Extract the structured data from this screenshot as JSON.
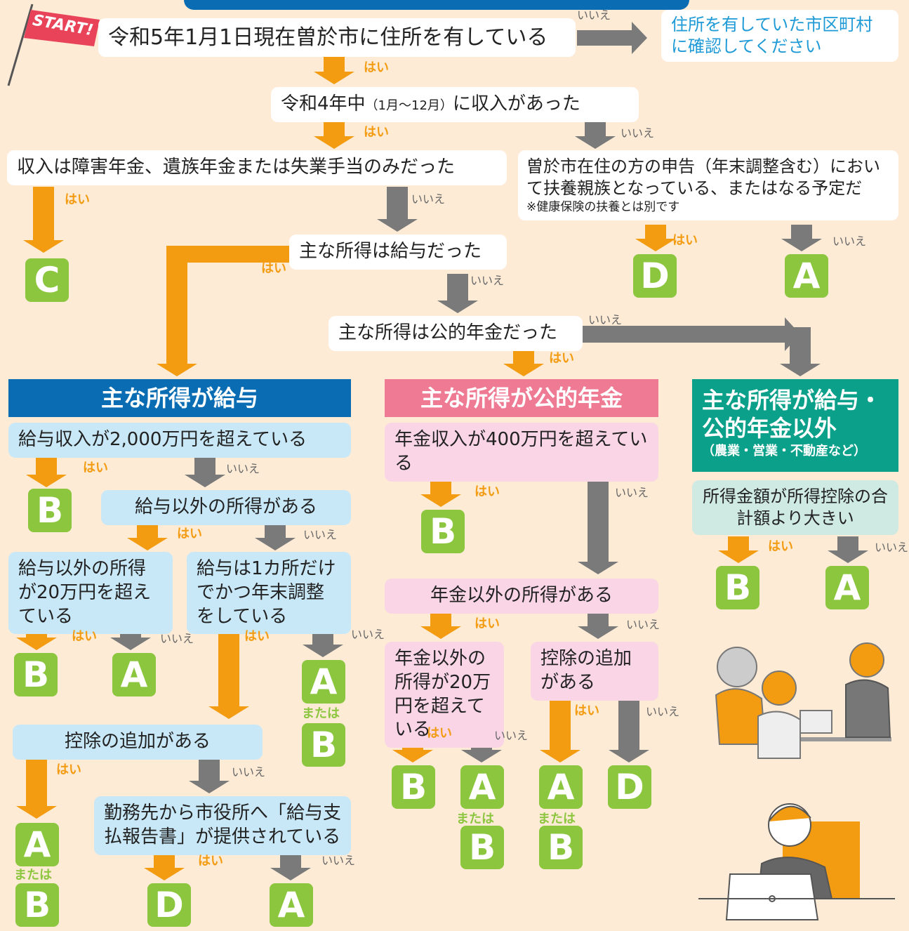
{
  "start": "START!",
  "labels": {
    "yes": "はい",
    "no": "いいえ",
    "or": "または"
  },
  "q": {
    "q1": "令和5年1月1日現在曽於市に住所を有している",
    "q1_no": "住所を有していた市区町村に確認してください",
    "q2_a": "令和4年中",
    "q2_b": "（1月〜12月）",
    "q2_c": "に収入があった",
    "q3": "収入は障害年金、遺族年金または失業手当のみだった",
    "q4": "曽於市在住の方の申告（年末調整含む）において扶養親族となっている、またはなる予定だ",
    "q4_note": "※健康保険の扶養とは別です",
    "q5": "主な所得は給与だった",
    "q6": "主な所得は公的年金だった"
  },
  "sections": {
    "salary": "主な所得が給与",
    "pension": "主な所得が公的年金",
    "other_1": "主な所得が給与・",
    "other_2": "公的年金以外",
    "other_sub": "（農業・営業・不動産など）"
  },
  "salary": {
    "s1": "給与収入が2,000万円を超えている",
    "s2": "給与以外の所得がある",
    "s3": "給与以外の所得が20万円を超えている",
    "s4": "給与は1カ所だけでかつ年末調整をしている",
    "s5": "控除の追加がある",
    "s6": "勤務先から市役所へ「給与支払報告書」が提供されている"
  },
  "pension": {
    "p1": "年金収入が400万円を超えている",
    "p2": "年金以外の所得がある",
    "p3": "年金以外の所得が20万円を超えている",
    "p4": "控除の追加がある"
  },
  "other": {
    "o1": "所得金額が所得控除の合計額より大きい"
  },
  "results": {
    "A": "A",
    "B": "B",
    "C": "C",
    "D": "D"
  },
  "colors": {
    "orange": "#f39c12",
    "gray": "#7a7a7a",
    "green": "#8cc63f",
    "blue": "#0a6db3",
    "pink": "#ef7a93",
    "teal": "#0aa089"
  }
}
